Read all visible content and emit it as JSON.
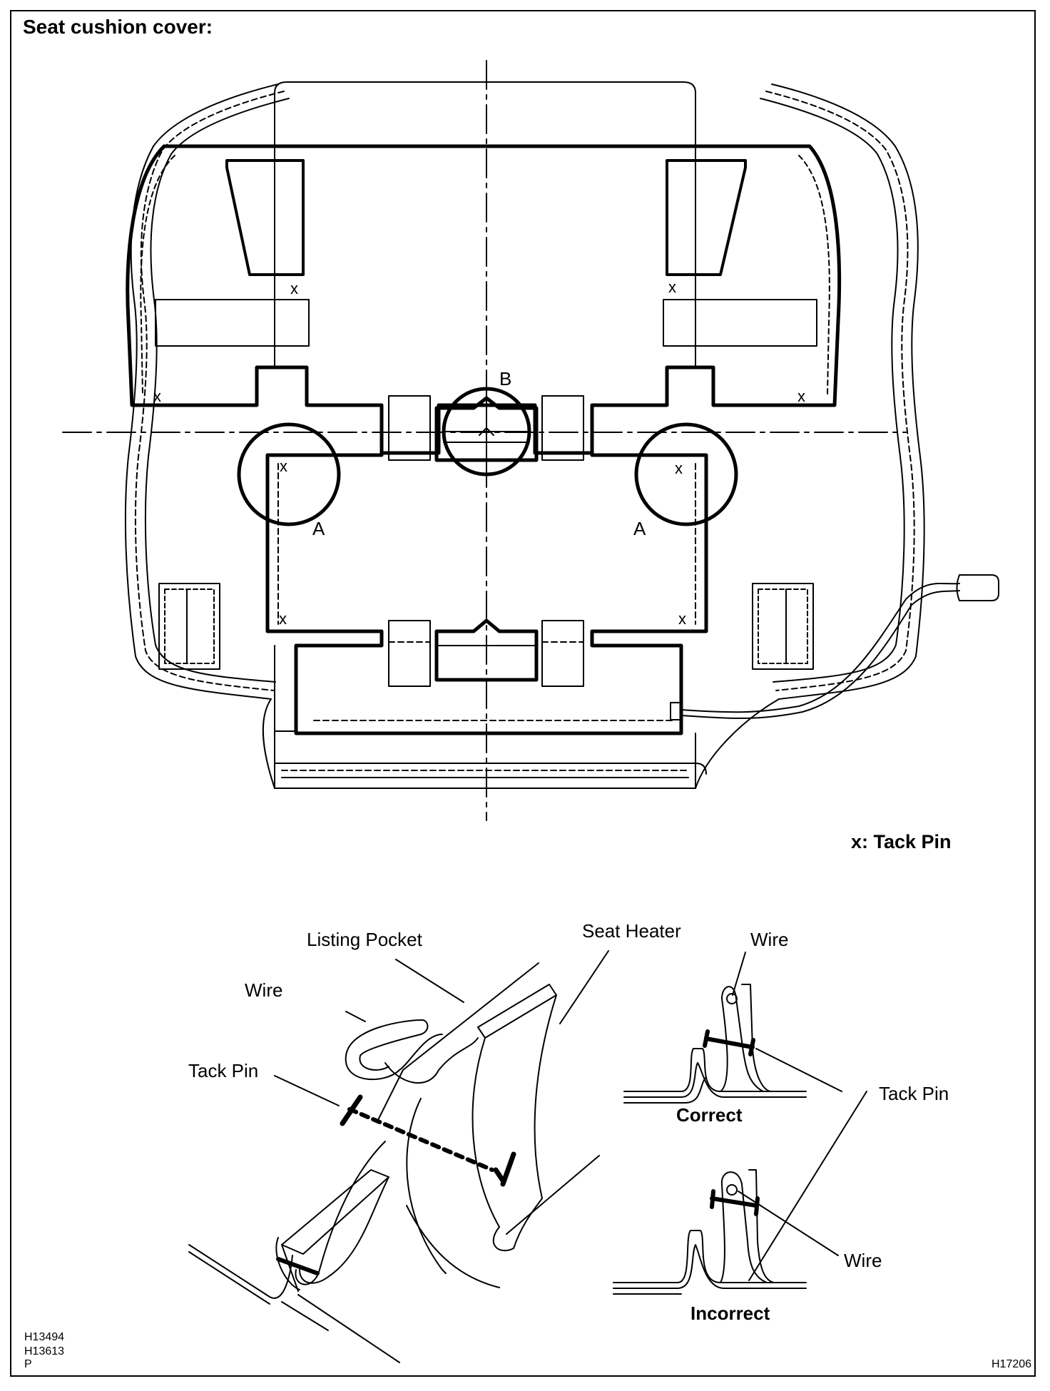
{
  "title": "Seat cushion cover:",
  "legend": "x: Tack Pin",
  "marks": {
    "tack_pin": "x",
    "detail_a": "A",
    "detail_b": "B"
  },
  "callouts": {
    "listing_pocket": "Listing Pocket",
    "seat_heater": "Seat Heater",
    "wire_left": "Wire",
    "tack_pin_left": "Tack Pin",
    "wire_correct": "Wire",
    "tack_pin_right": "Tack Pin",
    "correct": "Correct",
    "wire_incorrect": "Wire",
    "incorrect": "Incorrect"
  },
  "codes": {
    "line1": "H13494",
    "line2": "H13613",
    "line3": "P",
    "figure": "H17206"
  }
}
